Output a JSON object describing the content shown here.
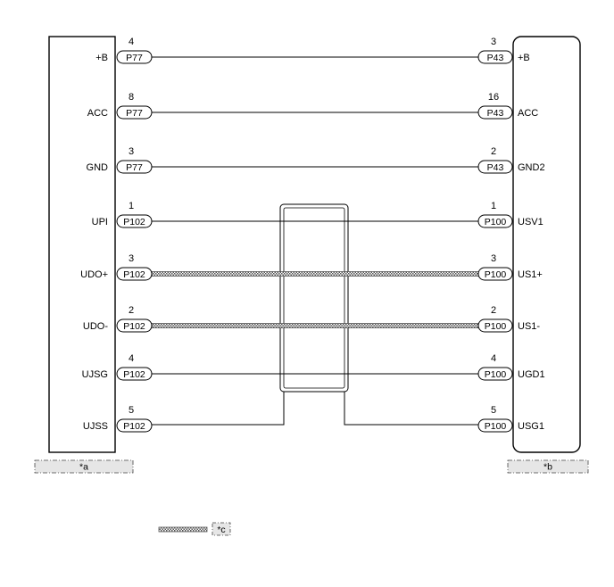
{
  "left_component": {
    "tag": "*a"
  },
  "right_component": {
    "tag": "*b"
  },
  "legend": {
    "tag": "*c"
  },
  "wires": [
    {
      "left_label": "+B",
      "left_pin": "4",
      "left_conn": "P77",
      "right_pin": "3",
      "right_conn": "P43",
      "right_label": "+B",
      "shielded": false
    },
    {
      "left_label": "ACC",
      "left_pin": "8",
      "left_conn": "P77",
      "right_pin": "16",
      "right_conn": "P43",
      "right_label": "ACC",
      "shielded": false
    },
    {
      "left_label": "GND",
      "left_pin": "3",
      "left_conn": "P77",
      "right_pin": "2",
      "right_conn": "P43",
      "right_label": "GND2",
      "shielded": false
    },
    {
      "left_label": "UPI",
      "left_pin": "1",
      "left_conn": "P102",
      "right_pin": "1",
      "right_conn": "P100",
      "right_label": "USV1",
      "shielded": false
    },
    {
      "left_label": "UDO+",
      "left_pin": "3",
      "left_conn": "P102",
      "right_pin": "3",
      "right_conn": "P100",
      "right_label": "US1+",
      "shielded": true
    },
    {
      "left_label": "UDO-",
      "left_pin": "2",
      "left_conn": "P102",
      "right_pin": "2",
      "right_conn": "P100",
      "right_label": "US1-",
      "shielded": true
    },
    {
      "left_label": "UJSG",
      "left_pin": "4",
      "left_conn": "P102",
      "right_pin": "4",
      "right_conn": "P100",
      "right_label": "UGD1",
      "shielded": false
    },
    {
      "left_label": "UJSS",
      "left_pin": "5",
      "left_conn": "P102",
      "right_pin": "5",
      "right_conn": "P100",
      "right_label": "USG1",
      "shielded": false
    }
  ]
}
